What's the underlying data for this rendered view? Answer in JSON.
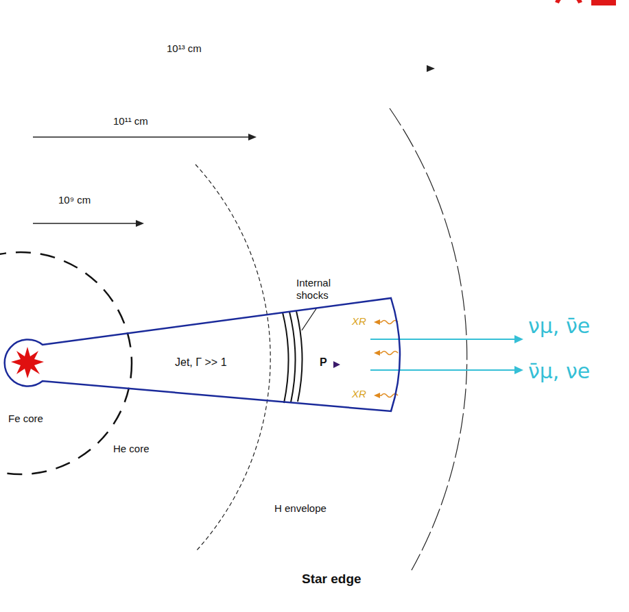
{
  "diagram": {
    "nodes": [
      {
        "text": [
          "Jet, Γ >> 1"
        ]
      }
    ],
    "labels": [
      "10¹³ cm",
      "10¹¹ cm",
      "10⁹ cm",
      "Internal shocks",
      "P",
      "XR",
      "XR",
      "νμ, ν̄e",
      "ν̄μ, νe",
      "Fe core",
      "He core",
      "H envelope",
      "Star edge"
    ]
  }
}
